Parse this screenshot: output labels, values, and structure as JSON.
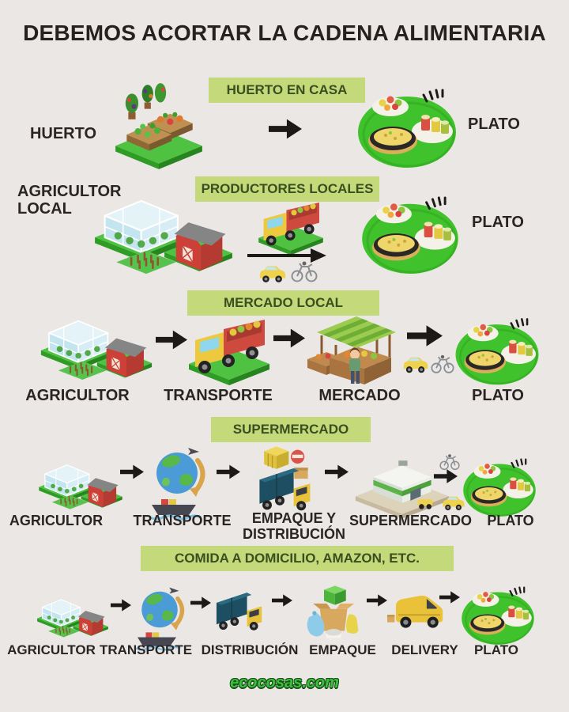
{
  "title": "DEBEMOS ACORTAR LA CADENA ALIMENTARIA",
  "watermark": "ecocosas.com",
  "colors": {
    "background": "#ebe7e4",
    "banner_bg": "#c4da7a",
    "banner_text": "#3a4e20",
    "label_text": "#2a2522",
    "plate_green": "#3fc22b",
    "arrow_black": "#1c1a19",
    "watermark_green": "#3fbf3f"
  },
  "rows": [
    {
      "banner": "HUERTO EN CASA",
      "steps": [
        {
          "label": "HUERTO",
          "icon": "garden-icon"
        },
        {
          "label": "PLATO",
          "icon": "plate-icon"
        }
      ],
      "middle_icons": [
        "arrow-icon"
      ]
    },
    {
      "banner": "PRODUCTORES LOCALES",
      "steps": [
        {
          "label": "AGRICULTOR LOCAL",
          "icon": "farm-icon"
        },
        {
          "label": "PLATO",
          "icon": "plate-icon"
        }
      ],
      "middle_icons": [
        "produce-truck-icon",
        "long-arrow-icon",
        "car-icon",
        "bicycle-icon"
      ]
    },
    {
      "banner": "MERCADO LOCAL",
      "steps": [
        {
          "label": "AGRICULTOR",
          "icon": "farm-icon"
        },
        {
          "label": "TRANSPORTE",
          "icon": "produce-truck-icon"
        },
        {
          "label": "MERCADO",
          "icon": "market-stall-icon"
        },
        {
          "label": "PLATO",
          "icon": "plate-icon"
        }
      ],
      "middle_icons": [
        "arrow-icon",
        "car-icon",
        "bicycle-icon"
      ]
    },
    {
      "banner": "SUPERMERCADO",
      "steps": [
        {
          "label": "AGRICULTOR",
          "icon": "farm-icon"
        },
        {
          "label": "TRANSPORTE",
          "icon": "globe-shipping-icon"
        },
        {
          "label": "EMPAQUE Y DISTRIBUCIÓN",
          "icon": "cargo-truck-icon"
        },
        {
          "label": "SUPERMERCADO",
          "icon": "supermarket-icon"
        },
        {
          "label": "PLATO",
          "icon": "plate-icon"
        }
      ],
      "middle_icons": [
        "arrow-icon",
        "boxes-icon",
        "bicycle-icon",
        "car-icon"
      ]
    },
    {
      "banner": "COMIDA A DOMICILIO, AMAZON, ETC.",
      "steps": [
        {
          "label": "AGRICULTOR",
          "icon": "farm-icon"
        },
        {
          "label": "TRANSPORTE",
          "icon": "globe-shipping-icon"
        },
        {
          "label": "DISTRIBUCIÓN",
          "icon": "cargo-truck-icon"
        },
        {
          "label": "EMPAQUE",
          "icon": "packages-icon"
        },
        {
          "label": "DELIVERY",
          "icon": "delivery-van-icon"
        },
        {
          "label": "PLATO",
          "icon": "plate-icon"
        }
      ],
      "middle_icons": [
        "arrow-icon"
      ]
    }
  ]
}
